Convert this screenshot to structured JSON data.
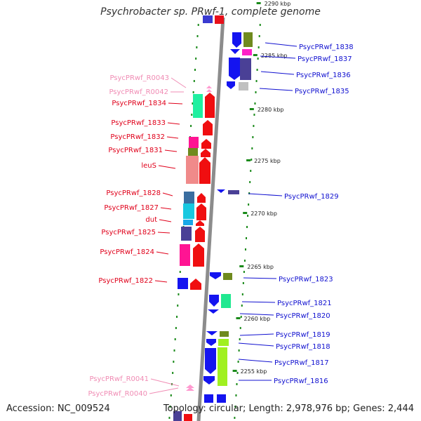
{
  "title": "Psychrobacter sp. PRwf-1, complete genome",
  "footer": {
    "accession": "Accession: NC_009524",
    "topology": "Topology: circular; Length: 2,978,976 bp; Genes: 2,444"
  },
  "colors": {
    "left_label": "#e0001a",
    "rna_label": "#f08cb4",
    "right_label": "#1010d0",
    "backbone": "#8c8c8c",
    "dots": "#1a8a1a"
  },
  "ticks": [
    "2290 kbp",
    "2285 kbp",
    "2280 kbp",
    "2275 kbp",
    "2270 kbp",
    "2265 kbp",
    "2260 kbp",
    "2255 kbp"
  ],
  "left_labels": [
    "PsycPRwf_R0043",
    "PsycPRwf_R0042",
    "PsycPRwf_1834",
    "PsycPRwf_1833",
    "PsycPRwf_1832",
    "PsycPRwf_1831",
    "leuS",
    "PsycPRwf_1828",
    "PsycPRwf_1827",
    "dut",
    "PsycPRwf_1825",
    "PsycPRwf_1824",
    "PsycPRwf_1822",
    "PsycPRwf_R0041",
    "PsycPRwf_R0040"
  ],
  "right_labels": [
    "PsycPRwf_1838",
    "PsycPRwf_1837",
    "PsycPRwf_1836",
    "PsycPRwf_1835",
    "PsycPRwf_1829",
    "PsycPRwf_1823",
    "PsycPRwf_1821",
    "PsycPRwf_1820",
    "PsycPRwf_1819",
    "PsycPRwf_1818",
    "PsycPRwf_1817",
    "PsycPRwf_1816"
  ]
}
